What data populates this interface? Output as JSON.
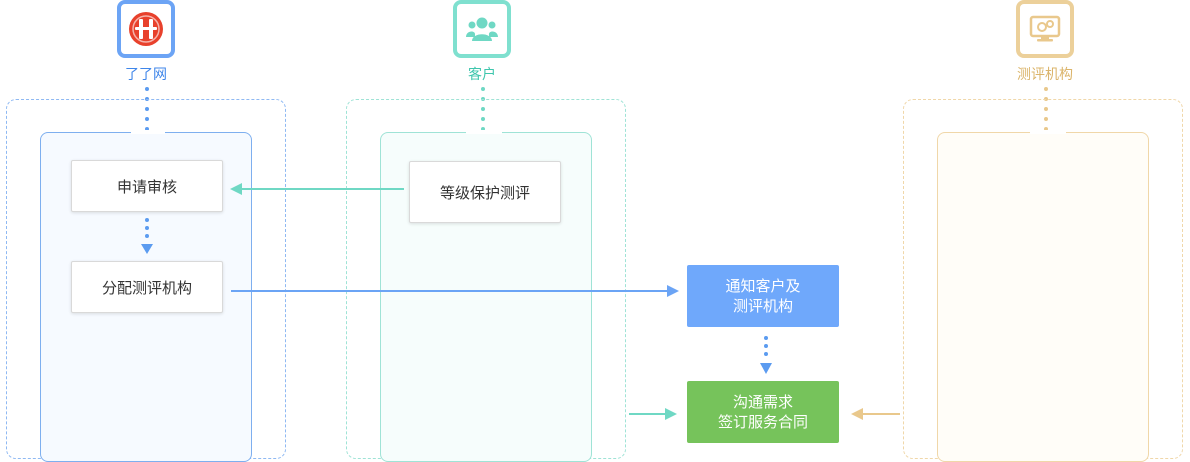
{
  "roles": {
    "liaoliao": {
      "label": "了了网",
      "color": "#5b9bf0",
      "icon": "liaoliao-logo-icon"
    },
    "customer": {
      "label": "客户",
      "color": "#6fd8c4",
      "icon": "users-icon"
    },
    "evaluator": {
      "label": "测评机构",
      "color": "#e9c88c",
      "icon": "monitor-gear-icon"
    }
  },
  "nodes": {
    "apply_review": "申请审核",
    "assign_evaluator": "分配测评机构",
    "level_protection": "等级保护测评",
    "notify": {
      "line1": "通知客户及",
      "line2": "测评机构"
    },
    "communicate": {
      "line1": "沟通需求",
      "line2": "签订服务合同"
    }
  },
  "colors": {
    "blue": "#5b9bf0",
    "teal": "#6fd8c4",
    "gold": "#e9c88c",
    "notify_fill": "#6fa8fb",
    "communicate_fill": "#76c35b"
  }
}
